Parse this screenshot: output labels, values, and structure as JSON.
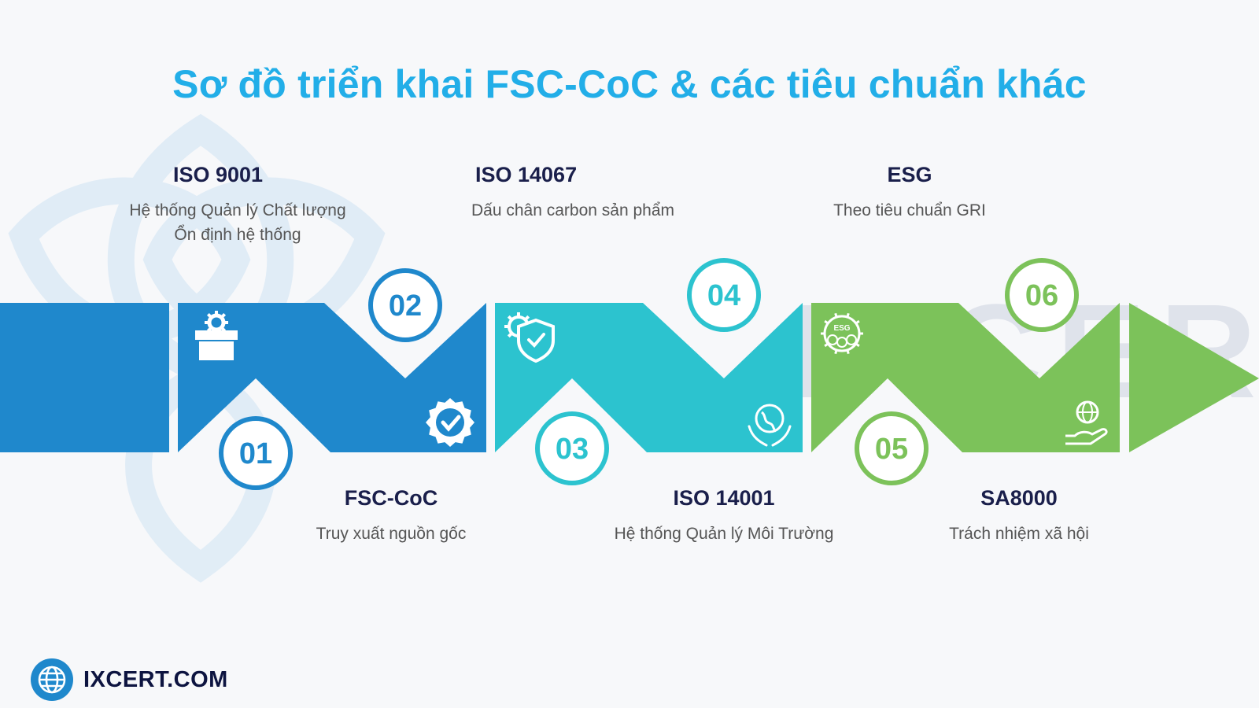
{
  "title": "Sơ đồ triển khai FSC-CoC & các tiêu chuẩn khác",
  "watermark_text": "IXCERT",
  "colors": {
    "blue": "#1f88cc",
    "teal": "#2cc3cf",
    "green": "#7cc25a",
    "title": "#22aee8",
    "heading": "#1a1f4b"
  },
  "steps": [
    {
      "number": "01",
      "name": "FSC-CoC",
      "desc": [
        "Truy xuất nguồn gốc"
      ],
      "icon": "gift-box-gear-icon",
      "color": "blue"
    },
    {
      "number": "02",
      "name": "ISO 9001",
      "desc": [
        "Hệ thống Quản lý Chất lượng",
        "Ổn định hệ thống"
      ],
      "icon": "check-badge-icon",
      "color": "blue"
    },
    {
      "number": "03",
      "name": "ISO 14001",
      "desc": [
        "Hệ thống Quản lý Môi Trường"
      ],
      "icon": "gear-shield-check-icon",
      "color": "teal"
    },
    {
      "number": "04",
      "name": "ISO 14067",
      "desc": [
        "Dấu chân carbon sản phẩm"
      ],
      "icon": "globe-hands-icon",
      "color": "teal"
    },
    {
      "number": "05",
      "name": "SA8000",
      "desc": [
        "Trách nhiệm xã hội"
      ],
      "icon": "esg-gear-icon",
      "color": "green"
    },
    {
      "number": "06",
      "name": "ESG",
      "desc": [
        "Theo tiêu chuẩn GRI"
      ],
      "icon": "hand-people-globe-icon",
      "color": "green"
    }
  ],
  "footer": {
    "brand": "IXCERT.COM",
    "icon": "globe-icon"
  }
}
